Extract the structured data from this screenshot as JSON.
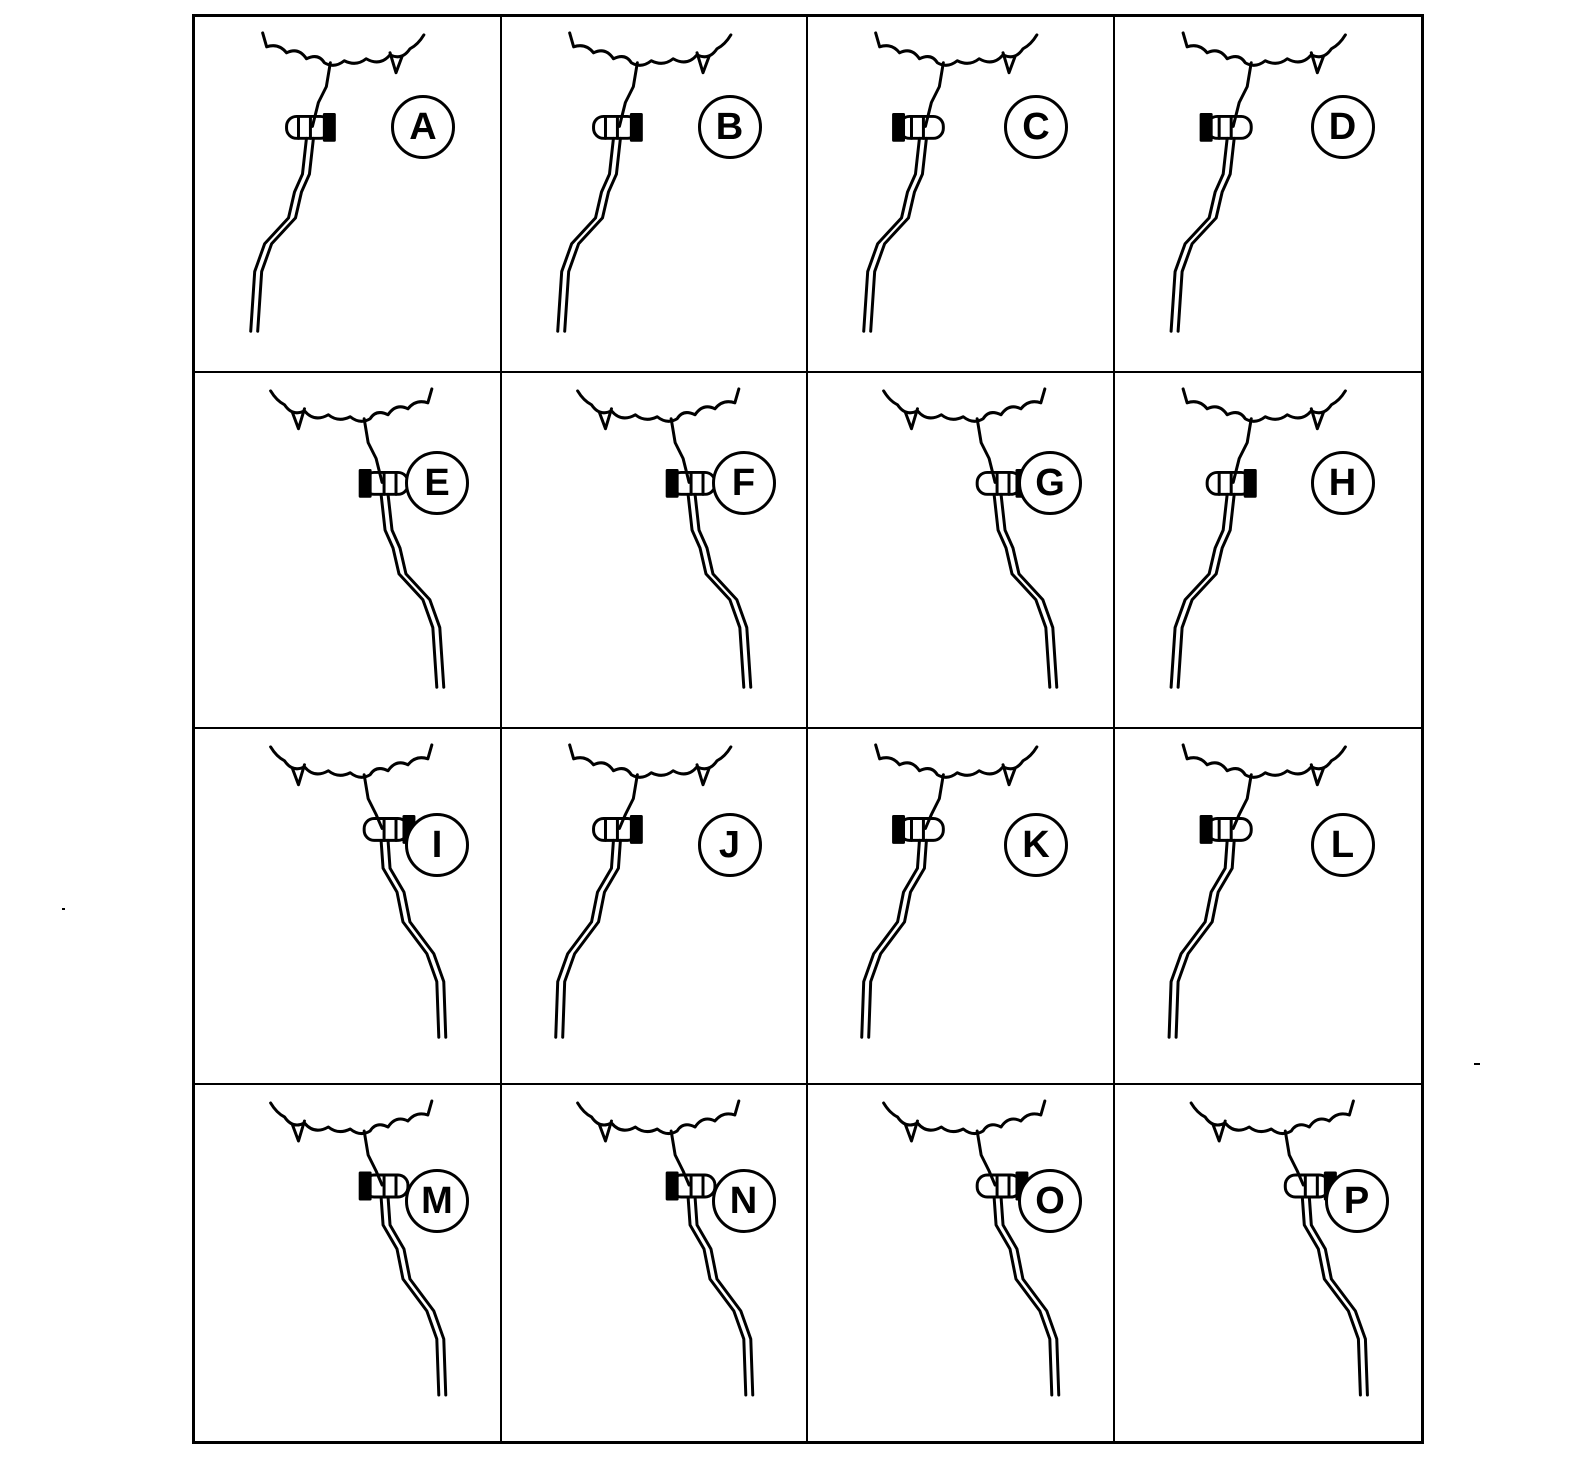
{
  "figure": {
    "panels": [
      {
        "label": "A",
        "side": "right",
        "level": "high",
        "bracket": "right"
      },
      {
        "label": "B",
        "side": "right",
        "level": "high",
        "bracket": "right"
      },
      {
        "label": "C",
        "side": "right",
        "level": "high",
        "bracket": "left"
      },
      {
        "label": "D",
        "side": "right",
        "level": "high",
        "bracket": "left"
      },
      {
        "label": "E",
        "side": "left",
        "level": "high",
        "bracket": "right"
      },
      {
        "label": "F",
        "side": "left",
        "level": "high",
        "bracket": "right"
      },
      {
        "label": "G",
        "side": "left",
        "level": "high",
        "bracket": "left"
      },
      {
        "label": "H",
        "side": "right",
        "level": "high",
        "bracket": "right"
      },
      {
        "label": "I",
        "side": "left",
        "level": "low",
        "bracket": "left"
      },
      {
        "label": "J",
        "side": "right",
        "level": "low",
        "bracket": "right"
      },
      {
        "label": "K",
        "side": "right",
        "level": "low",
        "bracket": "left"
      },
      {
        "label": "L",
        "side": "right",
        "level": "low",
        "bracket": "left"
      },
      {
        "label": "M",
        "side": "left",
        "level": "low",
        "bracket": "right"
      },
      {
        "label": "N",
        "side": "left",
        "level": "low",
        "bracket": "right"
      },
      {
        "label": "O",
        "side": "left",
        "level": "low",
        "bracket": "left"
      },
      {
        "label": "P",
        "side": "left",
        "level": "low",
        "bracket": "left"
      }
    ]
  }
}
